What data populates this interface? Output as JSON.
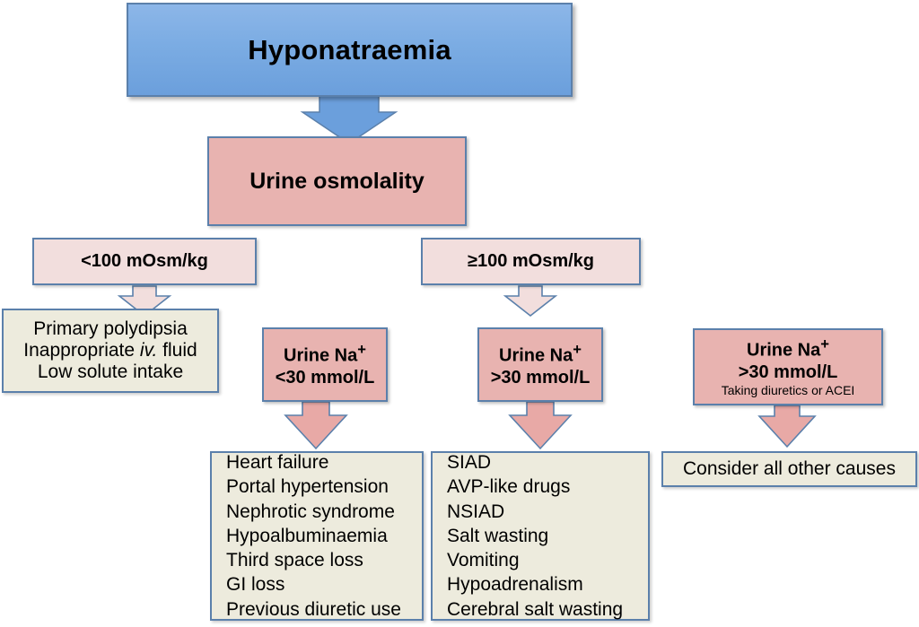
{
  "diagram": {
    "title_node": {
      "label": "Hyponatraemia"
    },
    "test_node": {
      "label": "Urine osmolality"
    },
    "thresholds": [
      {
        "label": "<100 mOsm/kg"
      },
      {
        "label": "≥100 mOsm/kg"
      }
    ],
    "low_osm_causes": {
      "lines": [
        "Primary polydipsia",
        "Inappropriate iv. fluid",
        "Low solute intake"
      ],
      "italic_token": "iv."
    },
    "sodium_nodes": [
      {
        "title": "Urine Na",
        "superscript": "+",
        "value": "<30 mmol/L",
        "note": ""
      },
      {
        "title": "Urine Na",
        "superscript": "+",
        "value": ">30 mmol/L",
        "note": ""
      },
      {
        "title": "Urine Na",
        "superscript": "+",
        "value": ">30 mmol/L",
        "note": "Taking diuretics or ACEI"
      }
    ],
    "outcomes": [
      {
        "name": "low-sodium-causes",
        "lines": [
          "Heart failure",
          "Portal hypertension",
          "Nephrotic syndrome",
          "Hypoalbuminaemia",
          "Third space loss",
          "GI loss",
          "Previous diuretic use"
        ]
      },
      {
        "name": "high-sodium-causes",
        "lines": [
          "SIAD",
          "AVP-like drugs",
          "NSIAD",
          "Salt wasting",
          "Vomiting",
          "Hypoadrenalism",
          "Cerebral salt wasting"
        ]
      },
      {
        "name": "diuretics-causes",
        "lines": [
          "Consider all other causes"
        ]
      }
    ],
    "colors": {
      "title_blue": "#7bace3",
      "pink": "#e8b3b0",
      "pink_light": "#f2dedd",
      "cream": "#edebdd",
      "border": "#5b80ab"
    }
  }
}
